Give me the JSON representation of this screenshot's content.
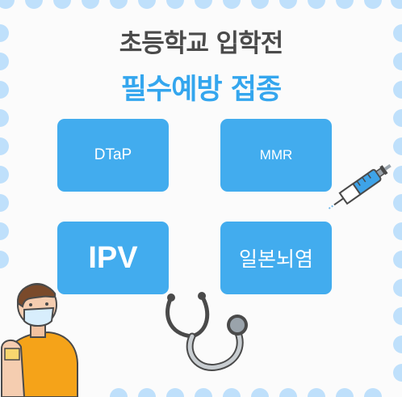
{
  "title": {
    "line1": "초등학교 입학전",
    "line2": "필수예방 접종"
  },
  "vaccines": [
    {
      "label": "DTaP"
    },
    {
      "label": "MMR"
    },
    {
      "label": "IPV"
    },
    {
      "label": "일본뇌염"
    }
  ],
  "colors": {
    "background": "#fbfbfb",
    "dots": "#bfe0fb",
    "title_dark": "#4a4a4a",
    "title_accent": "#34a6ee",
    "card": "#42acee",
    "card_text": "#ffffff"
  },
  "icons": [
    "syringe-icon",
    "stethoscope-icon",
    "masked-child-illustration"
  ]
}
